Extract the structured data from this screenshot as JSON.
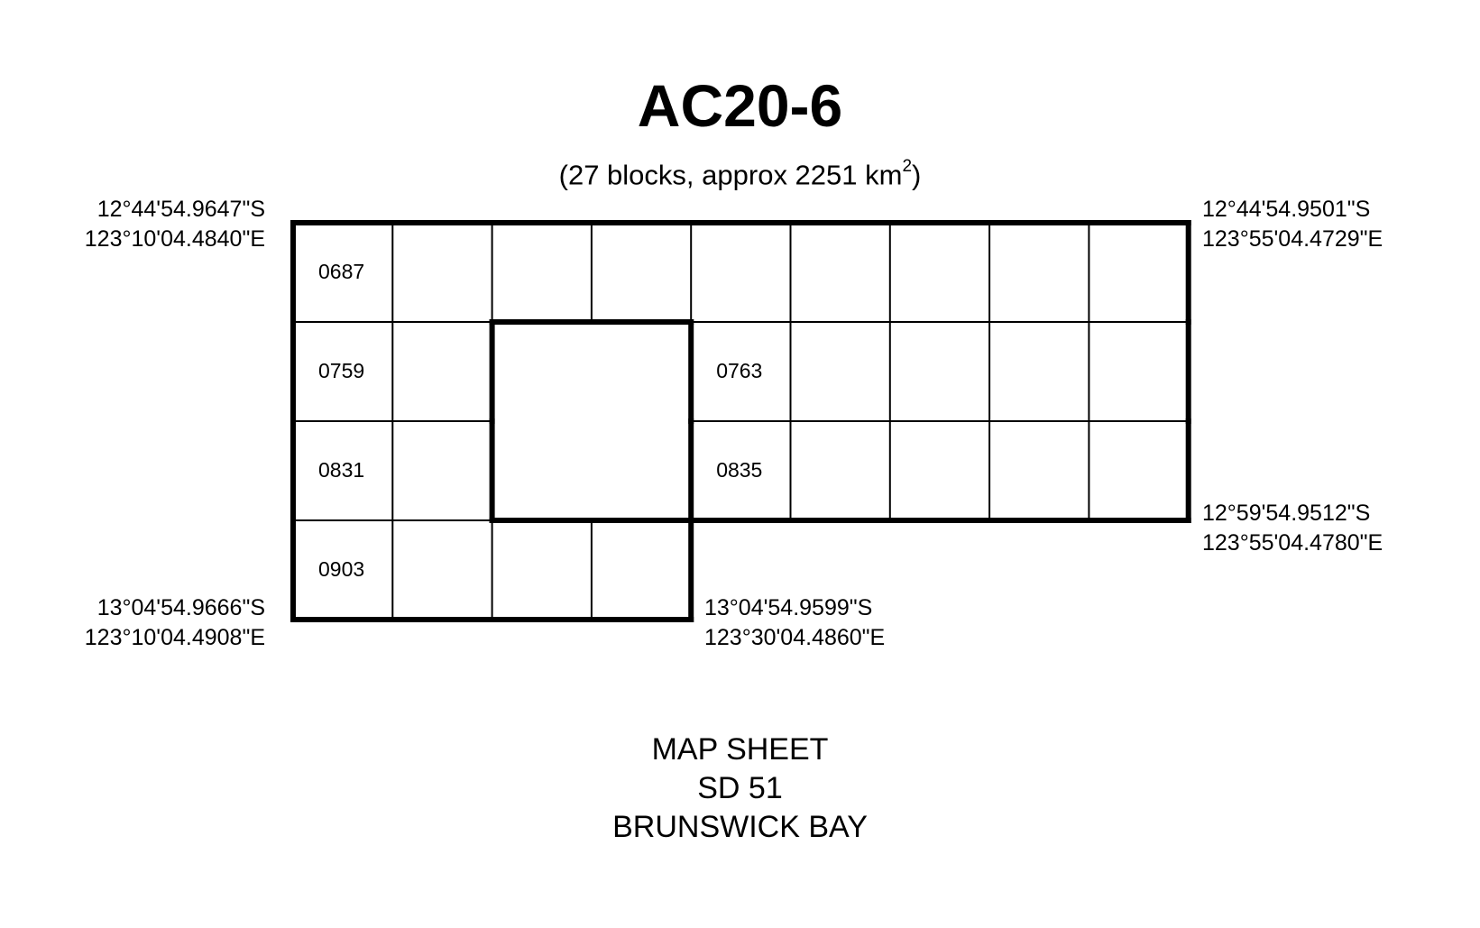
{
  "title": "AC20-6",
  "subtitle": {
    "prefix": "(27 blocks, approx 2251 km",
    "superscript": "2",
    "suffix": ")"
  },
  "corners": {
    "top_left": {
      "lat": "12°44'54.9647\"S",
      "lon": "123°10'04.4840\"E"
    },
    "top_right": {
      "lat": "12°44'54.9501\"S",
      "lon": "123°55'04.4729\"E"
    },
    "mid_right": {
      "lat": "12°59'54.9512\"S",
      "lon": "123°55'04.4780\"E"
    },
    "bottom_left": {
      "lat": "13°04'54.9666\"S",
      "lon": "123°10'04.4908\"E"
    },
    "bottom_mid": {
      "lat": "13°04'54.9599\"S",
      "lon": "123°30'04.4860\"E"
    }
  },
  "grid": {
    "columns": 9,
    "rows": 4,
    "cells_present": [
      [
        1,
        1,
        1,
        1,
        1,
        1,
        1,
        1,
        1
      ],
      [
        1,
        1,
        0,
        0,
        1,
        1,
        1,
        1,
        1
      ],
      [
        1,
        1,
        0,
        0,
        1,
        1,
        1,
        1,
        1
      ],
      [
        1,
        1,
        1,
        1,
        0,
        0,
        0,
        0,
        0
      ]
    ],
    "block_labels": [
      {
        "row": 0,
        "col": 0,
        "text": "0687"
      },
      {
        "row": 1,
        "col": 0,
        "text": "0759"
      },
      {
        "row": 1,
        "col": 4,
        "text": "0763"
      },
      {
        "row": 2,
        "col": 0,
        "text": "0831"
      },
      {
        "row": 2,
        "col": 4,
        "text": "0835"
      },
      {
        "row": 3,
        "col": 0,
        "text": "0903"
      }
    ]
  },
  "map_sheet": {
    "line1": "MAP SHEET",
    "line2": "SD 51",
    "line3": "BRUNSWICK BAY"
  }
}
